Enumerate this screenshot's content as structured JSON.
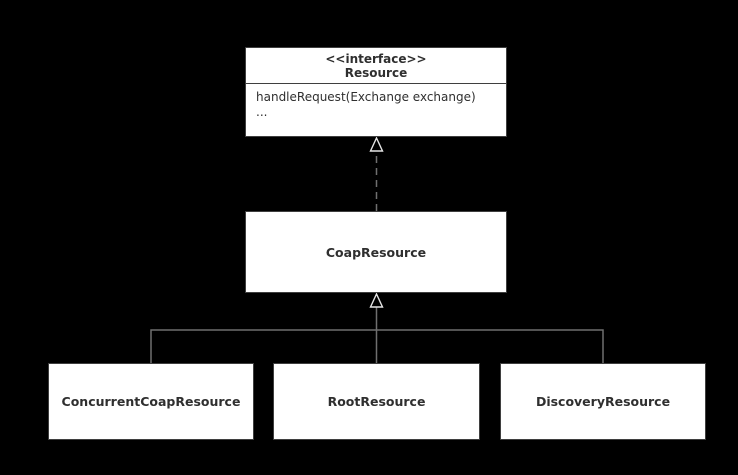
{
  "diagram": {
    "type": "uml-class-diagram",
    "colors": {
      "background": "#000000",
      "box_fill": "#ffffff",
      "box_border": "#3f3f3f",
      "text_color": "#2f2f2f",
      "edge_color": "#6f6f6f",
      "arrow_stroke": "#e6e6e6"
    },
    "interface": {
      "stereotype": "<<interface>>",
      "name": "Resource",
      "members": [
        "handleRequest(Exchange exchange)",
        "..."
      ]
    },
    "classes": {
      "coap": {
        "name": "CoapResource"
      },
      "concurrent": {
        "name": "ConcurrentCoapResource"
      },
      "root": {
        "name": "RootResource"
      },
      "discovery": {
        "name": "DiscoveryResource"
      }
    },
    "relationships": [
      "CoapResource ..|> Resource (realization, dashed hollow-triangle)",
      "ConcurrentCoapResource --|> CoapResource (inheritance)",
      "RootResource --|> CoapResource (inheritance)",
      "DiscoveryResource --|> CoapResource (inheritance)"
    ]
  }
}
